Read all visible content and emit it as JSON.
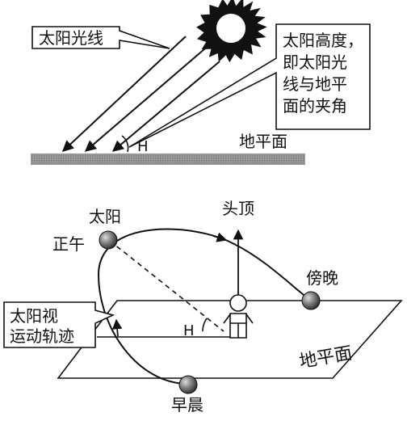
{
  "top": {
    "sunlight_label": "太阳光线",
    "altitude_label_lines": [
      "太阳高度，",
      "即太阳光",
      "线与地平",
      "面的夹角"
    ],
    "angle_label": "H",
    "ground_label": "地平面"
  },
  "bottom": {
    "zenith_label": "头顶",
    "sun_label": "太阳",
    "noon_label": "正午",
    "dusk_label": "傍晚",
    "morning_label": "早晨",
    "path_label_lines": [
      "太阳视",
      "运动轨迹"
    ],
    "angle_label": "H",
    "plane_label": "地平面"
  }
}
